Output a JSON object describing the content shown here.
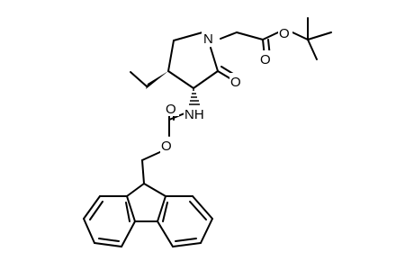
{
  "structure": {
    "atom_labels": {
      "ring_nitrogen": "N",
      "ring_carbonyl_oxygen": "O",
      "amide_nh": "NH",
      "carbamate_carbonyl_oxygen": "O",
      "carbamate_ether_oxygen": "O",
      "ester_carbonyl_oxygen": "O",
      "ester_ether_oxygen": "O"
    }
  }
}
